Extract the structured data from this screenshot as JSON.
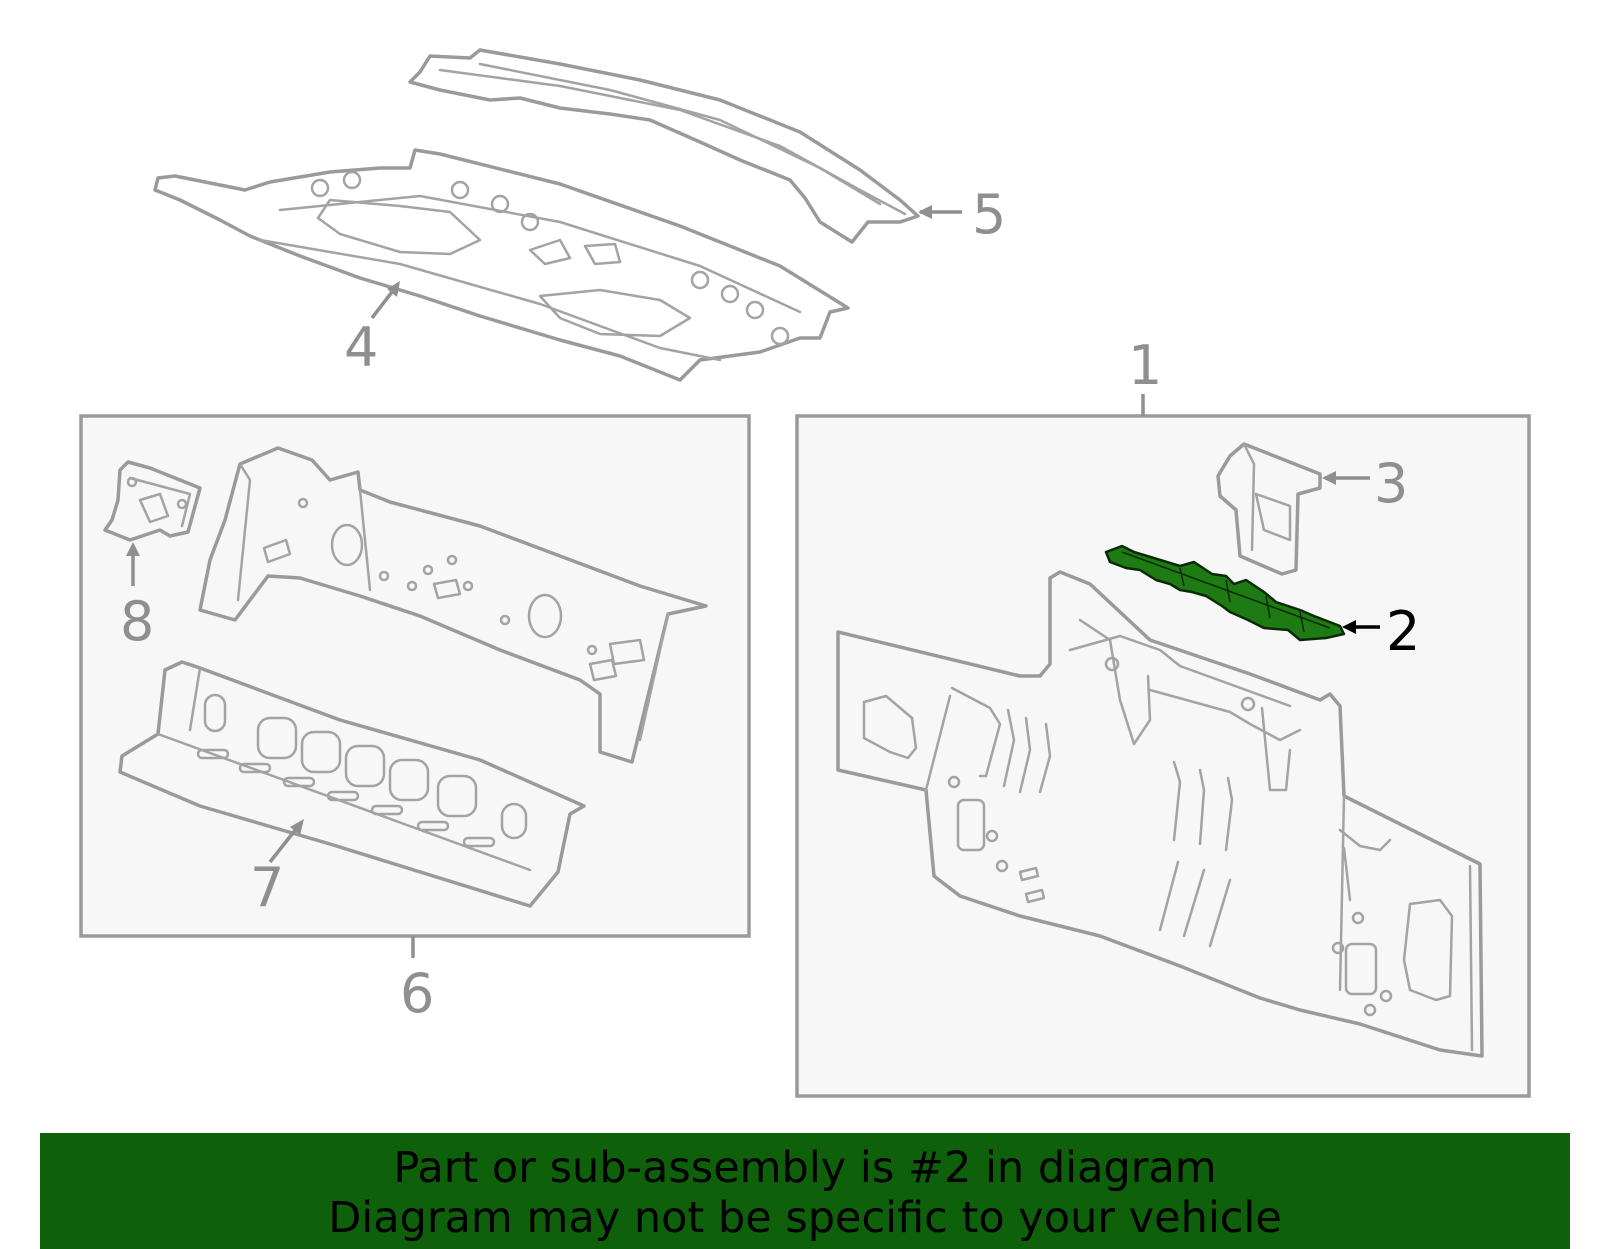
{
  "callouts": {
    "c1": "1",
    "c2": "2",
    "c3": "3",
    "c4": "4",
    "c5": "5",
    "c6": "6",
    "c7": "7",
    "c8": "8"
  },
  "highlight": {
    "part": "2",
    "color": "#1e7a12"
  },
  "banner": {
    "line1": "Part or sub-assembly is #2 in diagram",
    "line2": "Diagram may not be specific to your vehicle",
    "background": "#0f600a"
  }
}
